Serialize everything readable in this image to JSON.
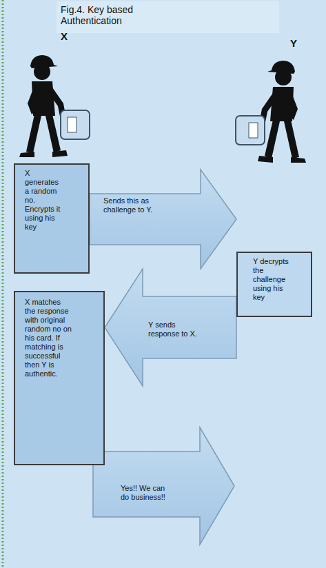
{
  "diagram": {
    "title": "Fig.4. Key based Authentication",
    "nodes": [
      {
        "text": [
          "X generates a random no. Encrypts it using his key"
        ]
      },
      {
        "text": [
          "Y decrypts the challenge using his key"
        ]
      },
      {
        "text": [
          "X matches the response with original random no on his card. If matching is successful then Y is authentic."
        ]
      },
      {
        "text": [
          "Yes!! We can do business!!"
        ]
      }
    ],
    "edges": [
      {
        "from": 0,
        "to": 1,
        "label": "Sends this as challenge to Y.",
        "arrow": "to"
      },
      {
        "from": 1,
        "to": 2,
        "label": "Y sends response to X.",
        "arrow": "to"
      }
    ],
    "labels": [
      "X",
      "Y"
    ]
  }
}
